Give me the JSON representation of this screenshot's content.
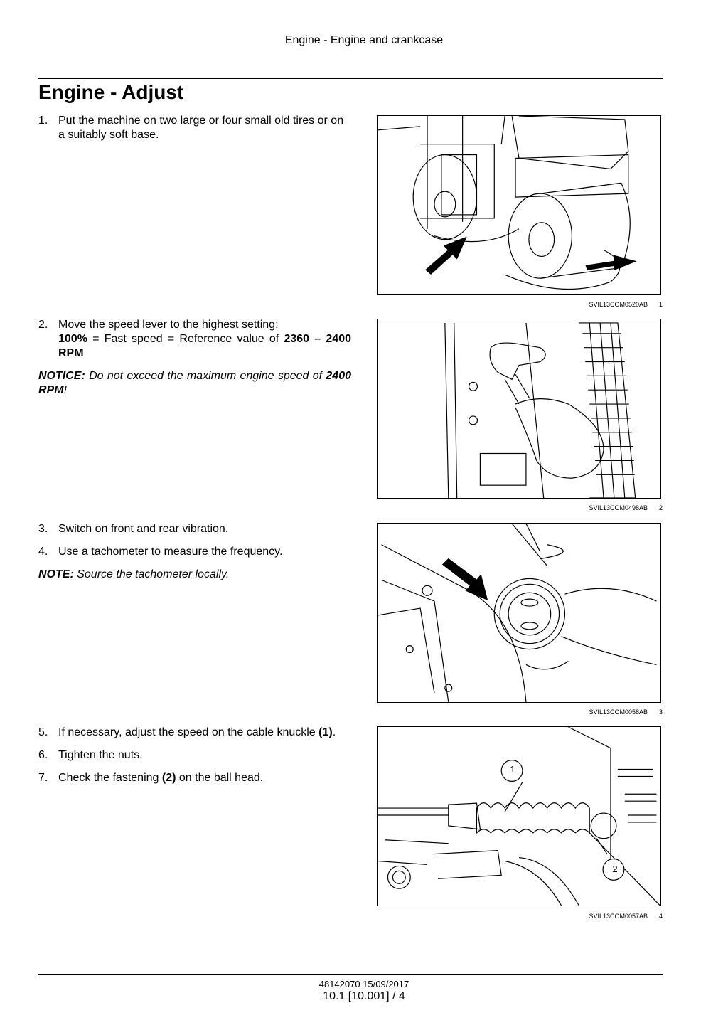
{
  "header": {
    "section": "Engine - Engine and crankcase"
  },
  "title": "Engine - Adjust",
  "steps": {
    "s1": {
      "num": "1.",
      "text": "Put the machine on two large or four small old tires or on a suitably soft base."
    },
    "s2": {
      "num": "2.",
      "line1": "Move the speed lever to the highest setting:",
      "bold1": "100%",
      "mid": " = Fast speed = Reference value of ",
      "bold2": "2360 – 2400 RPM"
    },
    "notice": {
      "label": "NOTICE:",
      "text": " Do not exceed the maximum engine speed of ",
      "bold": "2400 RPM",
      "end": "!"
    },
    "s3": {
      "num": "3.",
      "text": "Switch on front and rear vibration."
    },
    "s4": {
      "num": "4.",
      "text": "Use a tachometer to measure the frequency."
    },
    "note": {
      "label": "NOTE:",
      "text": " Source the tachometer locally."
    },
    "s5": {
      "num": "5.",
      "text": "If necessary, adjust the speed on the cable knuckle ",
      "ref": "(1)",
      "end": "."
    },
    "s6": {
      "num": "6.",
      "text": "Tighten the nuts."
    },
    "s7": {
      "num": "7.",
      "text": "Check the fastening ",
      "ref": "(2)",
      "end": " on the ball head."
    }
  },
  "figures": [
    {
      "code": "SVIL13COM0520AB",
      "num": "1"
    },
    {
      "code": "SVIL13COM0498AB",
      "num": "2"
    },
    {
      "code": "SVIL13COM0058AB",
      "num": "3"
    },
    {
      "code": "SVIL13COM0057AB",
      "num": "4",
      "callouts": [
        "1",
        "2"
      ]
    }
  ],
  "footer": {
    "doc": "48142070 15/09/2017",
    "page": "10.1 [10.001] / 4"
  }
}
